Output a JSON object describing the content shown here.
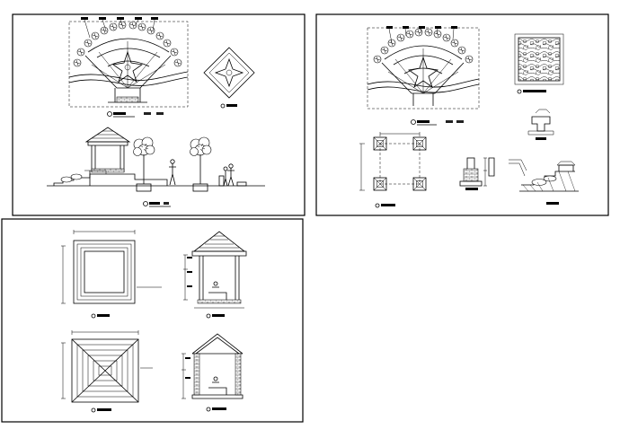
{
  "drawing": {
    "sheets": [
      {
        "id": "sheet-1",
        "views": [
          "plan",
          "star-detail",
          "elevation"
        ]
      },
      {
        "id": "sheet-2",
        "views": [
          "plan",
          "paving-detail",
          "column-layout",
          "column-detail",
          "section-detail"
        ]
      },
      {
        "id": "sheet-3",
        "views": [
          "roof-plan",
          "front-elevation",
          "roof-framing-plan",
          "section"
        ]
      }
    ],
    "line_color": "#000000",
    "paper_color": "#ffffff"
  }
}
